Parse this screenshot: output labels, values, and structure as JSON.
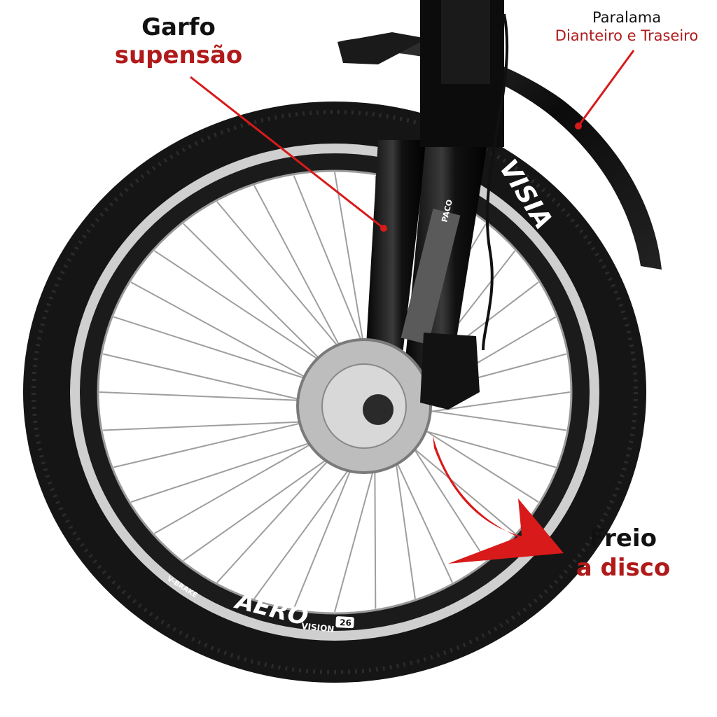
{
  "labels": {
    "garfo_title": "Garfo",
    "garfo_sub": "supensão",
    "paralama_title": "Paralama",
    "paralama_sub": "Dianteiro e Traseiro",
    "freio_title": "Freio",
    "freio_sub": "a disco"
  },
  "rim": {
    "brand": "AERO",
    "model": "VISION",
    "size": "26",
    "top_text": "VISIA",
    "brake_text": "V-BRAKE"
  },
  "fork": {
    "brand": "PACO"
  },
  "colors": {
    "accent_red": "#b01a1a",
    "arrow_red": "#d81a1a",
    "tire": "#151515",
    "rim_silver": "#c9c9c9"
  }
}
